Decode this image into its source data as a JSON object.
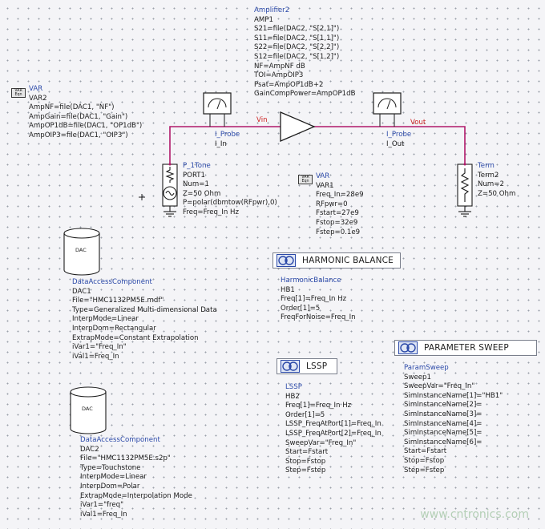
{
  "var2": {
    "badge": [
      "VAR",
      "Eqn"
    ],
    "lines": [
      "VAR",
      "VAR2",
      "AmpNF=file(DAC1, \"NF\")",
      "AmpGain=file(DAC1, \"Gain\")",
      "AmpOP1dB=file(DAC1, \"OP1dB\")",
      "AmpOIP3=file(DAC1, \"OIP3\")"
    ]
  },
  "amplifier": {
    "lines": [
      "Amplifier2",
      "AMP1",
      "S21=file(DAC2, \"S[2,1]\")",
      "S11=file(DAC2, \"S[1,1]\")",
      "S22=file(DAC2, \"S[2,2]\")",
      "S12=file(DAC2, \"S[1,2]\")",
      "NF=AmpNF dB",
      "TOI=AmpOIP3",
      "Psat=AmpOP1dB+2",
      "GainCompPower=AmpOP1dB"
    ]
  },
  "wires": {
    "vin": "Vin",
    "vout": "Vout"
  },
  "probe_in": {
    "lines": [
      "I_Probe",
      "I_In"
    ]
  },
  "probe_out": {
    "lines": [
      "I_Probe",
      "I_Out"
    ]
  },
  "port1": {
    "lines": [
      "P_1Tone",
      "PORT1",
      "Num=1",
      "Z=50 Ohm",
      "P=polar(dbmtow(RFpwr),0)",
      "Freq=Freq_In Hz"
    ]
  },
  "term2": {
    "lines": [
      "Term",
      "Term2",
      "Num=2",
      "Z=50 Ohm"
    ]
  },
  "var1": {
    "badge": [
      "VAR",
      "Eqn"
    ],
    "lines": [
      "VAR",
      "VAR1",
      "Freq_In=28e9",
      "RFpwr=0",
      "Fstart=27e9",
      "Fstop=32e9",
      "Fstep=0.1e9"
    ]
  },
  "dac1": {
    "icon_label": "DAC",
    "lines": [
      "DataAccessComponent",
      "DAC1",
      "File=\"HMC1132PM5E.mdf\"",
      "Type=Generalized Multi-dimensional Data",
      "InterpMode=Linear",
      "InterpDom=Rectangular",
      "ExtrapMode=Constant Extrapolation",
      "iVar1=\"Freq_In\"",
      "iVal1=Freq_In"
    ]
  },
  "dac2": {
    "icon_label": "DAC",
    "lines": [
      "DataAccessComponent",
      "DAC2",
      "File=\"HMC1132PM5E.s2p\"",
      "Type=Touchstone",
      "InterpMode=Linear",
      "InterpDom=Polar",
      "ExtrapMode=Interpolation Mode",
      "iVar1=\"freq\"",
      "iVal1=Freq_In"
    ]
  },
  "hb": {
    "button_label": "HARMONIC BALANCE",
    "lines": [
      "HarmonicBalance",
      "HB1",
      "Freq[1]=Freq_In Hz",
      "Order[1]=5",
      "FreqForNoise=Freq_In"
    ]
  },
  "lssp": {
    "button_label": "LSSP",
    "lines": [
      "LSSP",
      "HB2",
      "Freq[1]=Freq_In Hz",
      "Order[1]=5",
      "LSSP_FreqAtPort[1]=Freq_In",
      "LSSP_FreqAtPort[2]=Freq_In",
      "SweepVar=\"Freq_In\"",
      "Start=Fstart",
      "Stop=Fstop",
      "Step=Fstep"
    ]
  },
  "sweep": {
    "button_label": "PARAMETER SWEEP",
    "lines": [
      "ParamSweep",
      "Sweep1",
      "SweepVar=\"Freq_In\"",
      "SimInstanceName[1]=\"HB1\"",
      "SimInstanceName[2]=",
      "SimInstanceName[3]=",
      "SimInstanceName[4]=",
      "SimInstanceName[5]=",
      "SimInstanceName[6]=",
      "Start=Fstart",
      "Stop=Fstop",
      "Step=Fstep"
    ]
  },
  "watermark": "www.cntronics.com",
  "colors": {
    "wire": "#b0186a",
    "component": "#1c1c1c",
    "label_blue": "#2b49a8",
    "wire_label": "#cc2222",
    "grid_dot": "#9aa0aa"
  }
}
